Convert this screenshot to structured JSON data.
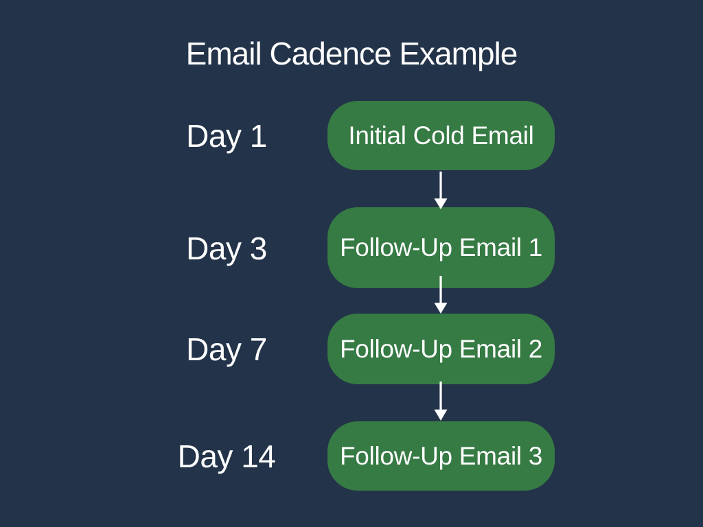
{
  "title": "Email Cadence Example",
  "colors": {
    "background": "#233349",
    "box": "#367a44",
    "text": "#ffffff",
    "arrow": "#ffffff"
  },
  "icons": {
    "flow_arrow": "arrow-down-icon"
  },
  "steps": [
    {
      "day": "Day 1",
      "label": "Initial Cold Email"
    },
    {
      "day": "Day 3",
      "label": "Follow-Up Email 1"
    },
    {
      "day": "Day 7",
      "label": "Follow-Up Email 2"
    },
    {
      "day": "Day 14",
      "label": "Follow-Up Email 3"
    }
  ]
}
